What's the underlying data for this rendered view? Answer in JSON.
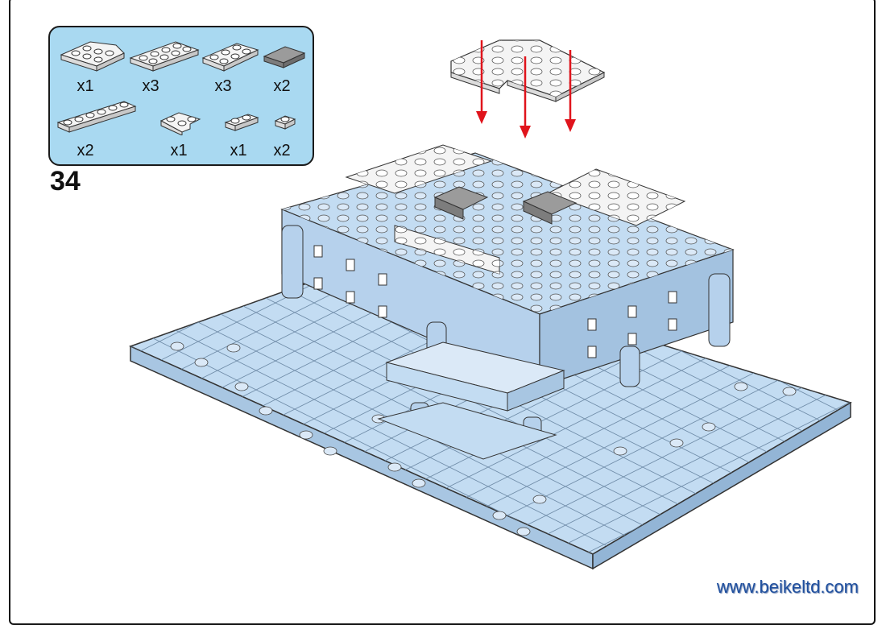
{
  "step": {
    "number": "34"
  },
  "parts": [
    {
      "icon": "quarter-round-plate-icon",
      "qty": "x1"
    },
    {
      "icon": "plate-2x4-icon",
      "qty": "x3"
    },
    {
      "icon": "plate-2x3-icon",
      "qty": "x3"
    },
    {
      "icon": "tile-2x2-dark-gray-icon",
      "qty": "x2"
    },
    {
      "icon": "plate-1x6-icon",
      "qty": "x2"
    },
    {
      "icon": "corner-plate-icon",
      "qty": "x1"
    },
    {
      "icon": "plate-1x2-icon",
      "qty": "x1"
    },
    {
      "icon": "plate-1x1-icon",
      "qty": "x2"
    }
  ],
  "footer": {
    "website": "www.beikeltd.com"
  },
  "colors": {
    "panel_background": "#a9d9f1",
    "brick_light_blue": "#bcd7ef",
    "brick_white": "#f4f4f4",
    "tile_dark_gray": "#9b9b9b",
    "arrow_red": "#e0141c",
    "website_blue": "#1f4f9e"
  }
}
